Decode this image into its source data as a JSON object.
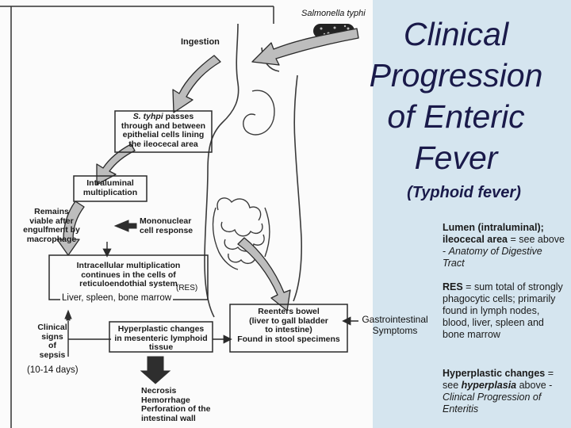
{
  "title": {
    "line1": "Clinical",
    "line2": "Progression",
    "line3": "of Enteric",
    "line4": "Fever",
    "subtitle": "(Typhoid fever)"
  },
  "diagram": {
    "organism": "Salmonella typhi",
    "ingestion": "Ingestion",
    "passes": {
      "l1_italic": "S. tyhpi",
      "l1_rest": " passes",
      "l2": "through and between",
      "l3": "epithelial cells lining",
      "l4": "the ileocecal area"
    },
    "intraluminal": {
      "l1": "Intraluminal",
      "l2": "multiplication"
    },
    "remains": {
      "l1": "Remains",
      "l2": "viable after",
      "l3": "engulfment by",
      "l4": "macrophage"
    },
    "mononuclear": {
      "l1": "Mononuclear",
      "l2": "cell response"
    },
    "intracellular": {
      "l1": "Intracellular multiplication",
      "l2": "continues in the cells of",
      "l3": "reticuloendothial system"
    },
    "res_tag": "(RES)",
    "liver": "Liver, spleen, bone marrow",
    "clinical_signs": {
      "l1": "Clinical",
      "l2": "signs",
      "l3": "of",
      "l4": "sepsis"
    },
    "days": "(10-14 days)",
    "hyperplastic": {
      "l1": "Hyperplastic changes",
      "l2": "in mesenteric lymphoid",
      "l3": "tissue"
    },
    "reenters": {
      "l1": "Reenters bowel",
      "l2": "(liver to gall bladder",
      "l3": "to intestine)",
      "l4": "Found in stool specimens"
    },
    "gi": {
      "l1": "Gastrointestinal",
      "l2": "Symptoms"
    },
    "necrosis": {
      "l1": "Necrosis",
      "l2": "Hemorrhage",
      "l3": "Perforation of the",
      "l4": "intestinal wall"
    }
  },
  "notes": {
    "lumen": {
      "bold1": "Lumen (intraluminal);",
      "bold2": "ileocecal area",
      "rest": " = see above - ",
      "italic": "Anatomy of Digestive Tract"
    },
    "res": {
      "bold": "RES",
      "rest": " = sum total of strongly phagocytic cells; primarily found in lymph nodes, blood, liver, spleen and bone marrow"
    },
    "hyper": {
      "bold": "Hyperplastic changes",
      "rest": " = see ",
      "bolditalic": "hyperplasia",
      "rest2": " above - ",
      "italic": "Clinical Progression of Enteritis"
    }
  },
  "colors": {
    "right_panel": "#d5e5ef",
    "title_text": "#1a1a4a",
    "arrow_fill": "#bdbdbd",
    "arrow_stroke": "#2a2a2a",
    "dark_arrow": "#2e2e2e"
  }
}
